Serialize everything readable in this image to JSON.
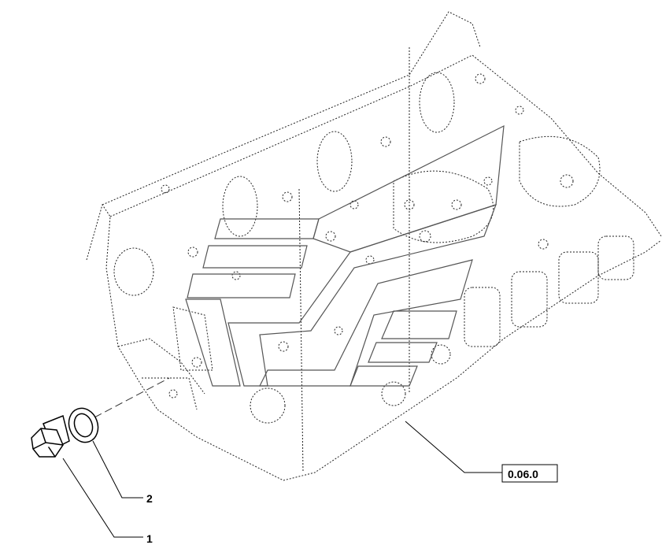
{
  "diagram": {
    "callouts": [
      {
        "id": "part-1",
        "label": "1"
      },
      {
        "id": "part-2",
        "label": "2"
      }
    ],
    "reference": {
      "label": "0.06.0"
    }
  },
  "colors": {
    "line": "#000000",
    "watermark": "#555555",
    "background": "#ffffff"
  }
}
